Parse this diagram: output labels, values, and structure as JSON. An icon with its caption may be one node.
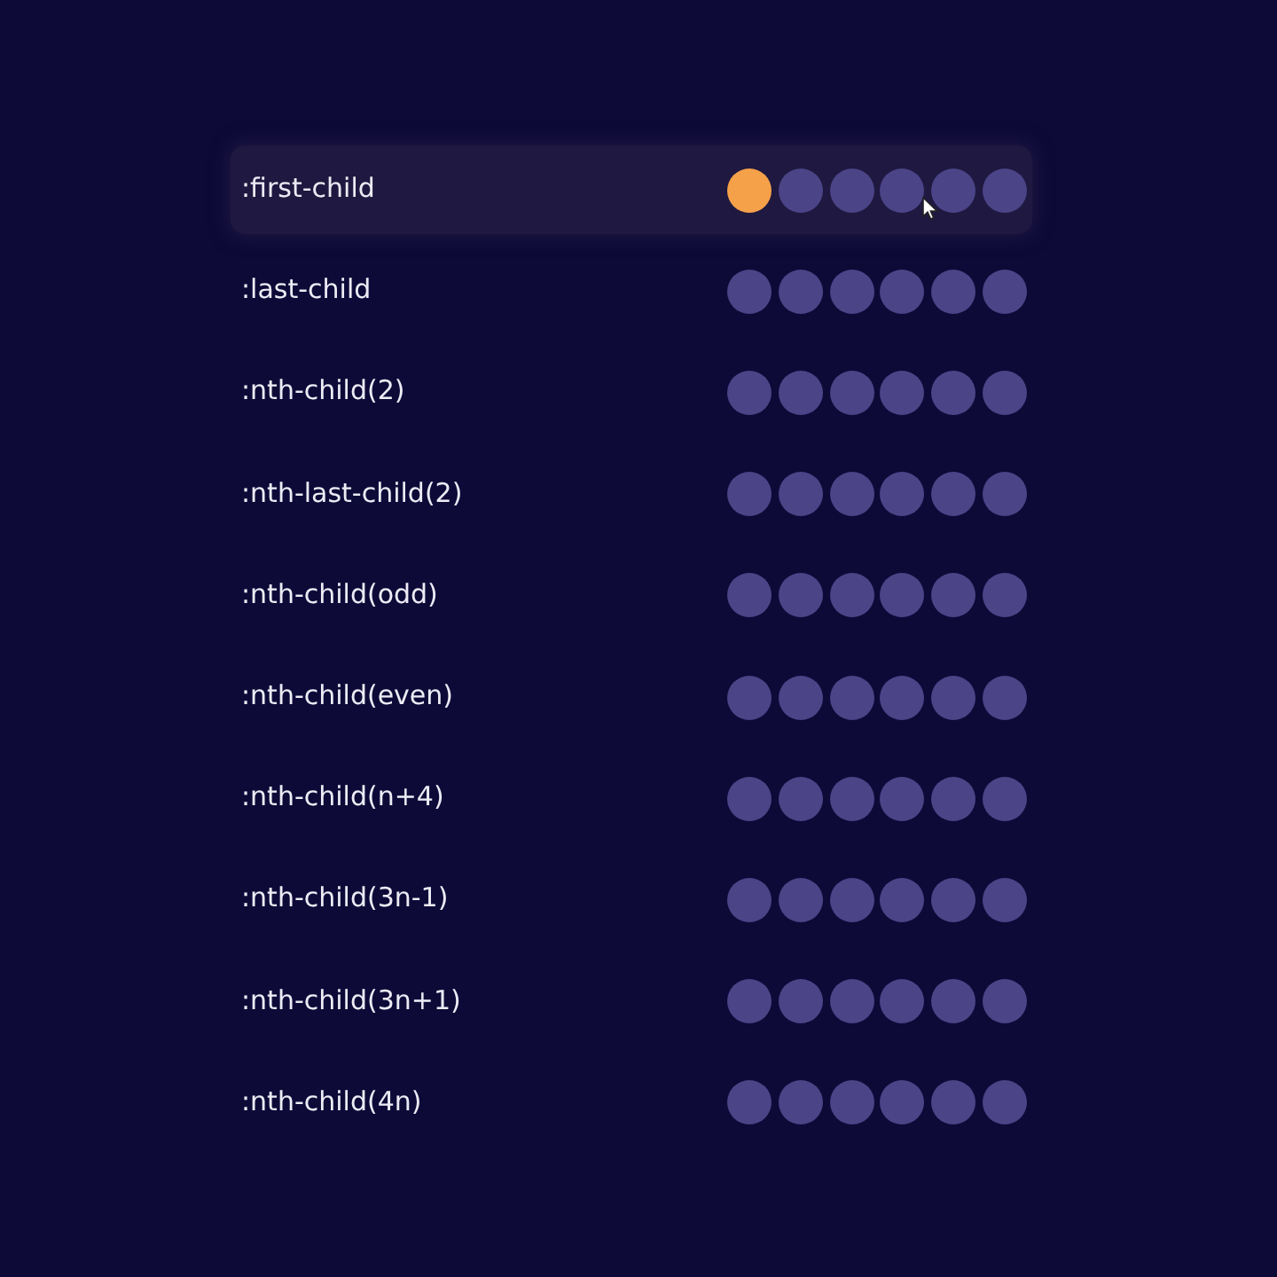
{
  "diagram": {
    "nodes": [
      {
        "text": [
          ":first-child"
        ]
      }
    ],
    "labels": [
      ":last-child",
      ":nth-child(2)",
      ":nth-last-child(2)",
      ":nth-child(odd)",
      ":nth-child(even)",
      ":nth-child(n+4)",
      ":nth-child(3n-1)",
      ":nth-child(3n+1)",
      ":nth-child(4n)"
    ]
  }
}
